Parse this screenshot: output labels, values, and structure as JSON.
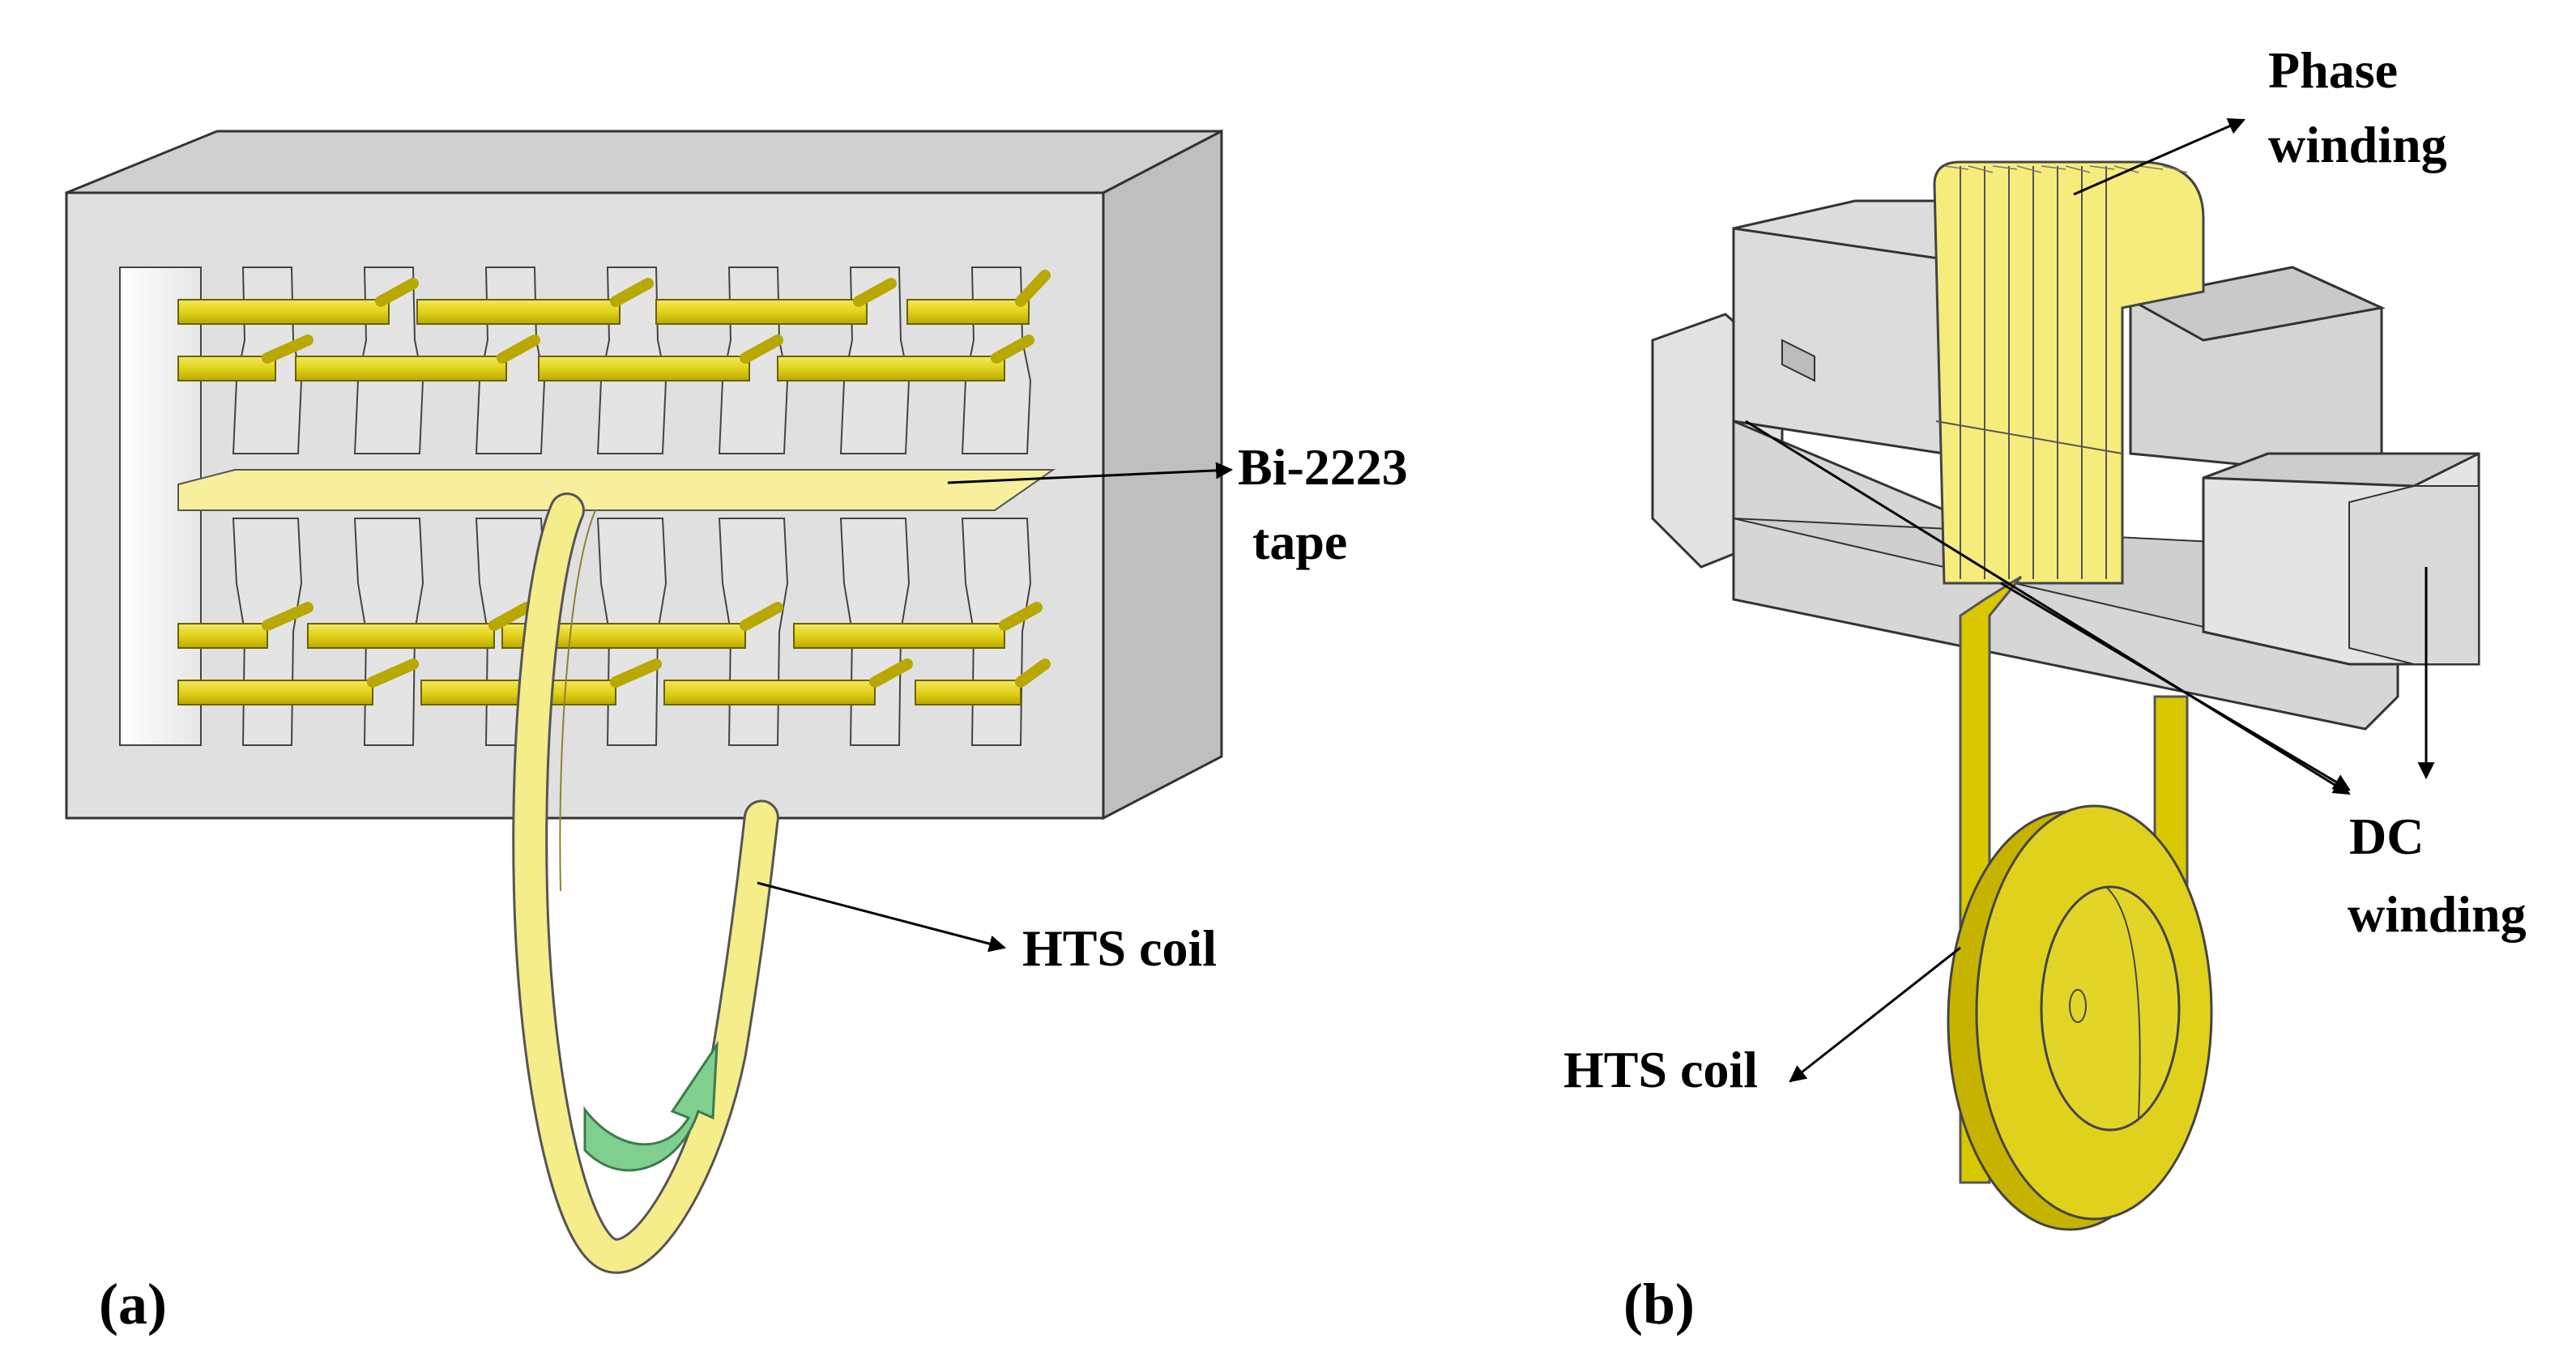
{
  "panel_a": {
    "caption": "(a)",
    "label_tape_line1": "Bi-2223",
    "label_tape_line2": "tape",
    "label_coil": "HTS coil"
  },
  "panel_b": {
    "caption": "(b)",
    "label_phase_line1": "Phase",
    "label_phase_line2": "winding",
    "label_dc_line1": "DC",
    "label_dc_line2": "winding",
    "label_coil": "HTS coil"
  },
  "colors": {
    "iron": "#dedede",
    "iron_side": "#c6c6c6",
    "iron_top": "#d2d2d2",
    "tape": "#f5ec8a",
    "winding": "#e4d618",
    "winding_dark": "#bba800",
    "rotation_arrow": "#7fcf8f"
  }
}
